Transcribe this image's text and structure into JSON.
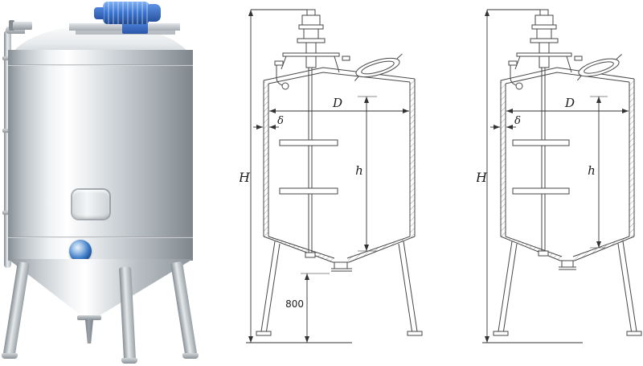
{
  "colors": {
    "motor_blue": "#3a74d0",
    "steel_highlight": "#ffffff",
    "drawing_line": "#474747"
  },
  "dims1": {
    "H": "H",
    "D": "D",
    "h": "h",
    "delta": "δ",
    "clearance": "800"
  },
  "dims2": {
    "H": "H",
    "D": "D",
    "h": "h",
    "delta": "δ"
  }
}
